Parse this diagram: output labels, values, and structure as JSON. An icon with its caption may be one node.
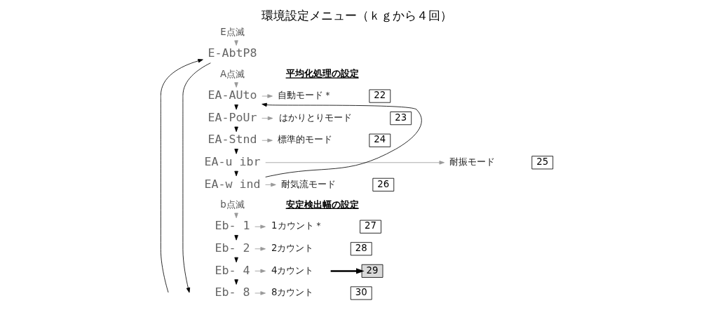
{
  "diagram": {
    "title": "環境設定メニュー（ｋｇから４回）",
    "nodes": [
      {
        "text": [
          "E点滅"
        ]
      },
      {
        "text": [
          "E-AbtP8"
        ]
      },
      {
        "text": [
          "A点滅"
        ]
      },
      {
        "text": [
          "EA-AUto"
        ]
      },
      {
        "text": [
          "EA-PoUr"
        ]
      },
      {
        "text": [
          "EA-Stnd"
        ]
      },
      {
        "text": [
          "EA-u ibr"
        ]
      },
      {
        "text": [
          "EA-w ind"
        ]
      },
      {
        "text": [
          "b点滅"
        ]
      },
      {
        "text": [
          "Eb- 1"
        ]
      },
      {
        "text": [
          "Eb- 2"
        ]
      },
      {
        "text": [
          "Eb- 4"
        ]
      },
      {
        "text": [
          "Eb- 8"
        ]
      },
      {
        "text": [
          "自動モード＊"
        ]
      },
      {
        "text": [
          "はかりとりモード"
        ]
      },
      {
        "text": [
          "標準的モード"
        ]
      },
      {
        "text": [
          "耐振モード"
        ]
      },
      {
        "text": [
          "耐気流モード"
        ]
      },
      {
        "text": [
          "1カウント＊"
        ]
      },
      {
        "text": [
          "2カウント"
        ]
      },
      {
        "text": [
          "4カウント"
        ]
      },
      {
        "text": [
          "8カウント"
        ]
      },
      {
        "text": [
          "22"
        ]
      },
      {
        "text": [
          "23"
        ]
      },
      {
        "text": [
          "24"
        ]
      },
      {
        "text": [
          "25"
        ]
      },
      {
        "text": [
          "26"
        ]
      },
      {
        "text": [
          "27"
        ]
      },
      {
        "text": [
          "28"
        ]
      },
      {
        "text": [
          "29"
        ]
      },
      {
        "text": [
          "30"
        ]
      }
    ],
    "edges": [
      {
        "from": 0,
        "to": 1,
        "arrow": "to"
      },
      {
        "from": null,
        "to": 1,
        "arrow": "to",
        "color": "#000000"
      },
      {
        "from": 1,
        "to": null,
        "arrow": "to",
        "color": "#000000"
      },
      {
        "from": 2,
        "to": 3,
        "arrow": "to"
      },
      {
        "from": 7,
        "to": 3,
        "arrow": "to",
        "color": "#000000"
      },
      {
        "from": 3,
        "to": 4,
        "arrow": "to",
        "color": "#000000"
      },
      {
        "from": 4,
        "to": 5,
        "arrow": "to",
        "color": "#000000"
      },
      {
        "from": 5,
        "to": 6,
        "arrow": "to",
        "color": "#000000"
      },
      {
        "from": 6,
        "to": 7,
        "arrow": "to",
        "color": "#000000"
      },
      {
        "from": 3,
        "to": 13,
        "arrow": "to"
      },
      {
        "from": 4,
        "to": 14,
        "arrow": "to"
      },
      {
        "from": 5,
        "to": 15,
        "arrow": "to"
      },
      {
        "from": 6,
        "to": 16,
        "arrow": "to"
      },
      {
        "from": 7,
        "to": 17,
        "arrow": "to"
      },
      {
        "from": 8,
        "to": 9,
        "arrow": "to"
      },
      {
        "from": 9,
        "to": 10,
        "arrow": "to",
        "color": "#000000"
      },
      {
        "from": 10,
        "to": 11,
        "arrow": "to",
        "color": "#000000"
      },
      {
        "from": 11,
        "to": 12,
        "arrow": "to",
        "color": "#000000"
      },
      {
        "from": 9,
        "to": 18,
        "arrow": "to"
      },
      {
        "from": 10,
        "to": 19,
        "arrow": "to"
      },
      {
        "from": 11,
        "to": 20,
        "arrow": "to"
      },
      {
        "from": 12,
        "to": 21,
        "arrow": "to"
      },
      {
        "from": null,
        "to": 29,
        "arrow": "to",
        "style": "thick",
        "color": "#000000"
      }
    ],
    "labels": [
      "平均化処理の設定",
      "安定検出幅の設定"
    ]
  }
}
